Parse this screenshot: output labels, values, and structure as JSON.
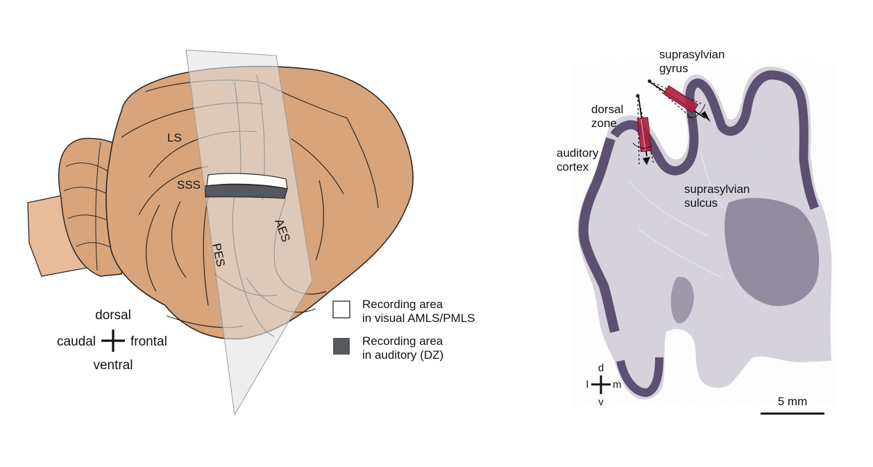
{
  "left_panel": {
    "sulci": {
      "ls": "LS",
      "sss": "SSS",
      "pes": "PES",
      "aes": "AES"
    },
    "orientation": {
      "up": "dorsal",
      "down": "ventral",
      "left": "caudal",
      "right": "frontal"
    },
    "legend": [
      {
        "line1": "Recording area",
        "line2": "in visual AMLS/PMLS",
        "color": "#ffffff"
      },
      {
        "line1": "Recording area",
        "line2": "in auditory (DZ)",
        "color": "#55585d"
      }
    ],
    "colors": {
      "brain_fill": "#d7a47c",
      "brainstem_fill": "#e6bc9b",
      "outline": "#2b2622",
      "plane": "#e3e3e3"
    }
  },
  "right_panel": {
    "labels": {
      "gyrus_1": "suprasylvian",
      "gyrus_2": "gyrus",
      "dz_1": "dorsal",
      "dz_2": "zone",
      "ac_1": "auditory",
      "ac_2": "cortex",
      "sulcus_1": "suprasylvian",
      "sulcus_2": "sulcus"
    },
    "orientation": {
      "up": "d",
      "down": "v",
      "left": "l",
      "right": "m"
    },
    "scale_bar": "5 mm",
    "colors": {
      "tissue": "#d7d3dd",
      "cortex_band": "#5a4d6e",
      "electrode": "#b02040"
    }
  }
}
